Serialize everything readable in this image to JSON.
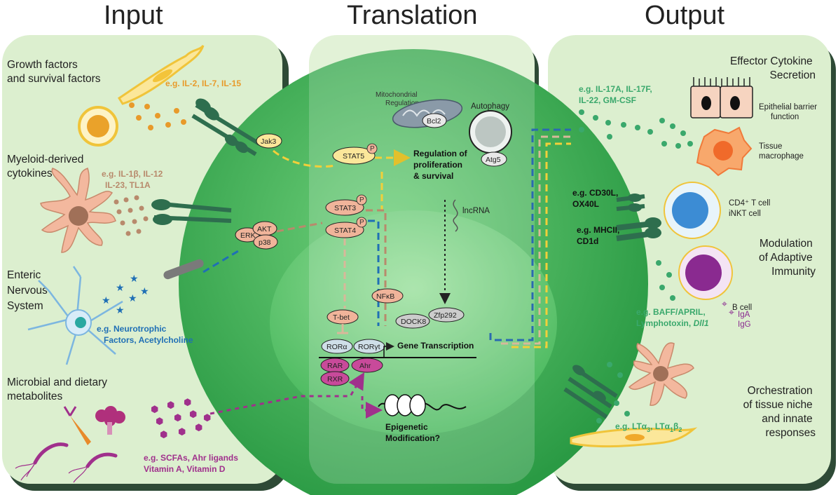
{
  "headers": {
    "input": "Input",
    "translation": "Translation",
    "output": "Output"
  },
  "input": {
    "growth_label": [
      "Growth factors",
      "and survival factors"
    ],
    "growth_example": "e.g. IL-2, IL-7, IL-15",
    "myeloid_label": [
      "Myeloid-derived",
      "cytokines"
    ],
    "myeloid_example": [
      "e.g. IL-1β, IL-12",
      "IL-23, TL1A"
    ],
    "enteric_label": [
      "Enteric",
      "Nervous",
      "System"
    ],
    "enteric_example": [
      "e.g. Neurotrophic",
      "Factors, Acetylcholine"
    ],
    "microbial_label": [
      "Microbial and dietary",
      "metabolites"
    ],
    "microbial_example": [
      "e.g. SCFAs, Ahr ligands",
      "Vitamin A, Vitamin D"
    ]
  },
  "translation": {
    "mito_label": [
      "Mitochondrial",
      "Regulation"
    ],
    "bcl2": "Bcl2",
    "autophagy": "Autophagy",
    "atg5": "Atg5",
    "jak3": "Jak3",
    "stat5": "STAT5",
    "stat3": "STAT3",
    "stat4": "STAT4",
    "phospho": "P",
    "prolif_label": [
      "Regulation of",
      "proliferation",
      "& survival"
    ],
    "lncrna": "lncRNA",
    "erk": "ERK",
    "akt": "AKT",
    "p38": "p38",
    "nfkb": "NFκB",
    "tbet": "T-bet",
    "dock8": "DOCK8",
    "zfp292": "Zfp292",
    "rora": "RORα",
    "rorgt": "RORγt",
    "gene_transcription": "Gene Transcription",
    "rar": "RAR",
    "rxr": "RXR",
    "ahr": "Ahr",
    "epigenetic_label": [
      "Epigenetic",
      "Modification?"
    ]
  },
  "output": {
    "effector_label": [
      "Effector Cytokine",
      "Secretion"
    ],
    "effector_example": [
      "e.g. IL-17A, IL-17F,",
      "IL-22, GM-CSF"
    ],
    "epithelial_label": [
      "Epithelial barrier",
      "function"
    ],
    "macrophage_label": [
      "Tissue",
      "macrophage"
    ],
    "costim_example": [
      "e.g. CD30L,",
      "OX40L"
    ],
    "mhc_example": [
      "e.g. MHCII,",
      "CD1d"
    ],
    "tcell_label": [
      "CD4⁺ T cell",
      "iNKT cell"
    ],
    "modulation_label": [
      "Modulation",
      "of Adaptive",
      "Immunity"
    ],
    "bcell_label": "B cell",
    "baff_example": [
      "e.g. BAFF/APRIL,",
      "Lymphotoxin, ",
      "Dll1"
    ],
    "iga": "IgA",
    "igg": "IgG",
    "orchestration_label": [
      "Orchestration",
      "of tissue niche",
      "and innate",
      "responses"
    ],
    "lt_example": [
      "e.g. LTα",
      "3",
      ", LTα",
      "1",
      "β",
      "2"
    ]
  },
  "colors": {
    "panel": "#deeed0",
    "cell": "#2fa84a",
    "nucleus": "#5cc86a",
    "yellow": "#f2cf3a",
    "orange": "#e89a2a",
    "tan": "#b88a6c",
    "blue": "#1f6fb5",
    "magenta": "#a0308c",
    "teal": "#3aa86c",
    "receptor": "#2e6e4e",
    "node": "#f0b49a"
  }
}
